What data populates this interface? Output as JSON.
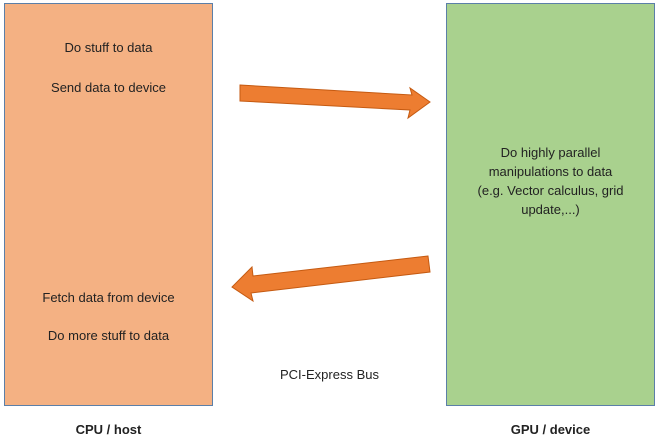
{
  "cpu": {
    "lines": [
      "Do stuff to data",
      "Send data to device",
      "Fetch data from device",
      "Do more stuff to data"
    ],
    "caption": "CPU / host",
    "fill_color": "#f4b183"
  },
  "gpu": {
    "lines": [
      "Do highly parallel",
      "manipulations to data",
      "(e.g. Vector calculus, grid",
      "update,...)"
    ],
    "caption": "GPU / device",
    "fill_color": "#a9d18e"
  },
  "bus": {
    "label": "PCI-Express Bus"
  },
  "arrows": {
    "color": "#ed7d31",
    "to_device_direction": "right",
    "from_device_direction": "left"
  }
}
